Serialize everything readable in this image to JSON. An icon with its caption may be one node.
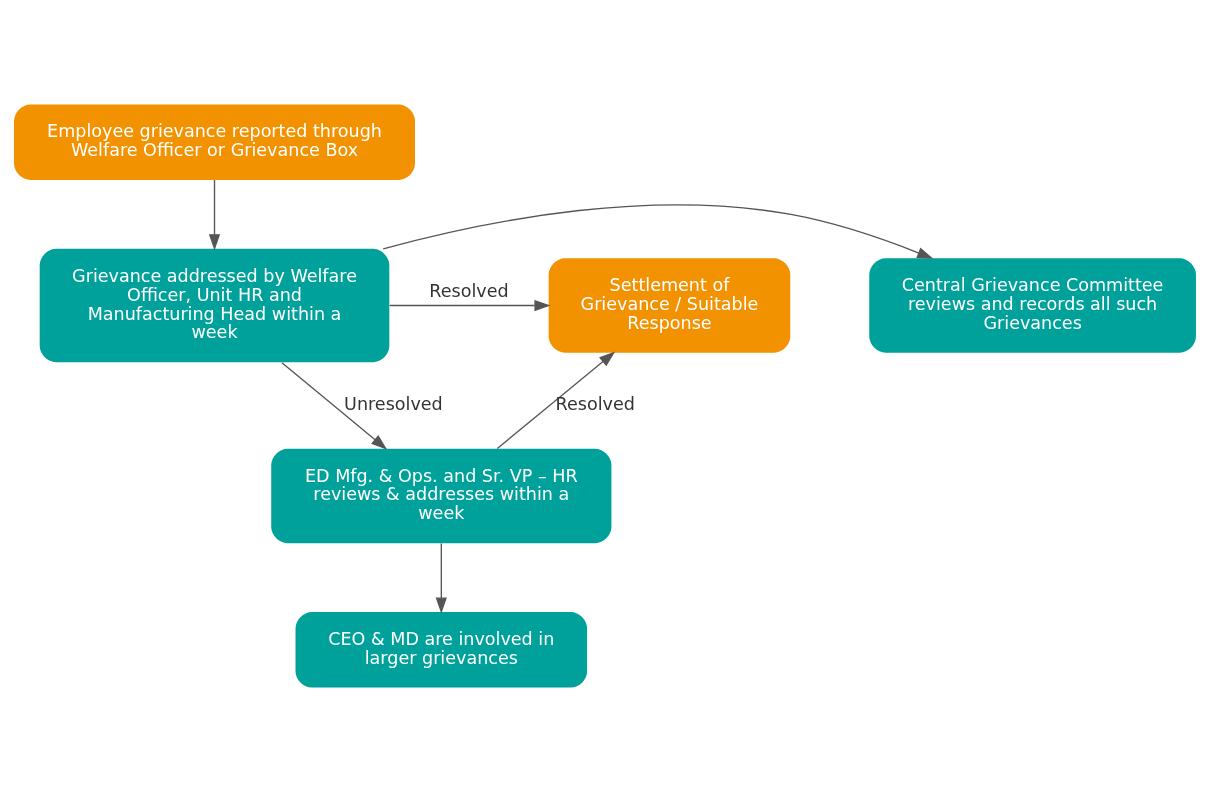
{
  "diagram": {
    "nodes": [
      {
        "text": [
          "Employee grievance reported through Welfare Officer or Grievance Box"
        ]
      },
      {
        "text": [
          "Grievance addressed by Welfare Officer, Unit HR and Manufacturing Head within a week"
        ]
      },
      {
        "text": [
          "Central Grievance Committee reviews and records all such Grievances"
        ]
      },
      {
        "text": [
          "Settlement of Grievance / Suitable Response"
        ]
      },
      {
        "text": [
          "ED Mfg. & Ops. and Sr. VP – HR reviews & addresses within a week"
        ]
      },
      {
        "text": [
          "CEO & MD are involved in larger grievances"
        ]
      }
    ],
    "edges": [
      {
        "from": 0,
        "to": 1,
        "arrow": "to"
      },
      {
        "from": 1,
        "to": 2,
        "arrow": "to"
      },
      {
        "from": 1,
        "to": 3,
        "arrow": "to",
        "label": "Resolved"
      },
      {
        "from": 1,
        "to": 4,
        "arrow": "to",
        "label": "Unresolved"
      },
      {
        "from": 4,
        "to": 3,
        "arrow": "to",
        "label": "Resolved"
      },
      {
        "from": 4,
        "to": 5,
        "arrow": "to"
      }
    ]
  }
}
